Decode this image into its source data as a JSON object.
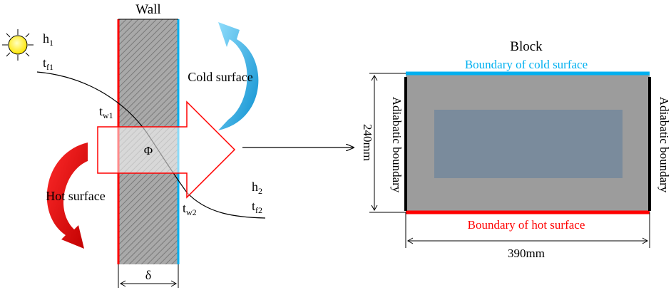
{
  "wall": {
    "title": "Wall",
    "h1": "h",
    "h1_sub": "1",
    "tf1": "t",
    "tf1_sub": "f1",
    "tw1": "t",
    "tw1_sub": "w1",
    "h2": "h",
    "h2_sub": "2",
    "tf2": "t",
    "tf2_sub": "f2",
    "tw2": "t",
    "tw2_sub": "w2",
    "phi": "Φ",
    "delta": "δ",
    "cold_label": "Cold surface",
    "hot_label": "Hot surface"
  },
  "block": {
    "title": "Block",
    "top_label": "Boundary of cold surface",
    "bottom_label": "Boundary of hot surface",
    "left_label": "Adiabatic boundary",
    "right_label": "Adiabatic boundary",
    "height_label": "240mm",
    "width_label": "390mm"
  },
  "colors": {
    "hot": "#ff0000",
    "cold": "#00b0f0",
    "wall_fill": "#a6a6a6",
    "block_fill": "#9c9c9c",
    "inner_fill": "#7a8b9c",
    "sun": "#ffff00"
  }
}
